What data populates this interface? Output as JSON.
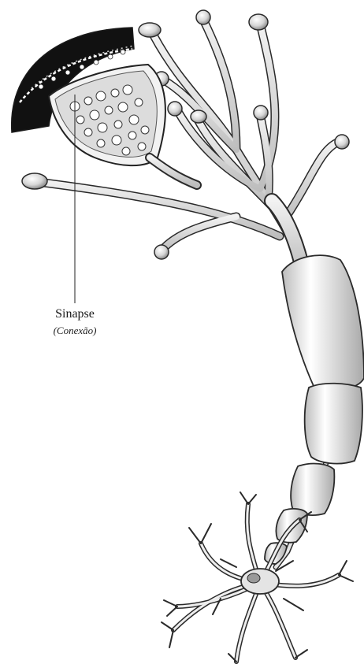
{
  "diagram": {
    "label": "Sinapse",
    "sublabel": "(Conexão)"
  },
  "colors": {
    "background": "#ffffff",
    "outline": "#2a2a2a",
    "shade": "#d9d9d9",
    "dark": "#111111"
  },
  "icons": [
    "neuron-illustration",
    "synapse-magnifier"
  ]
}
